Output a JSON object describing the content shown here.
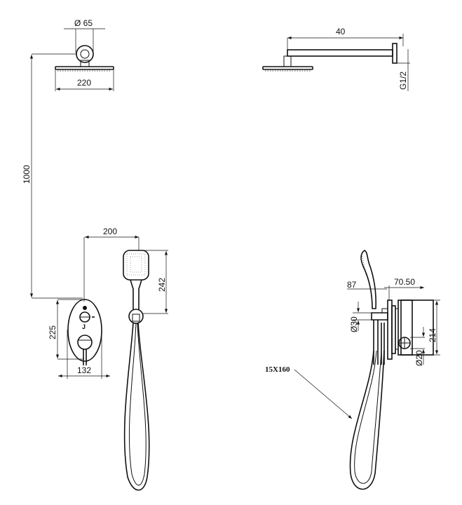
{
  "title": "Concealed shower system technical drawing",
  "dimensions": {
    "wall_flange_diameter": "Ø 65",
    "head_width": "220",
    "head_height": "1000",
    "arm_length": "40",
    "thread": "G1/2",
    "mixer_to_holder": "200",
    "hand_shower_length": "242",
    "mixer_height": "225",
    "mixer_width": "132",
    "hand_projection": "87",
    "body_depth": "70.50",
    "holder_diameter": "Ø30",
    "box_height": "214",
    "outlet_diameter": "Ø20",
    "hose": "15X160"
  },
  "colors": {
    "line": "#111111",
    "background": "#ffffff"
  }
}
